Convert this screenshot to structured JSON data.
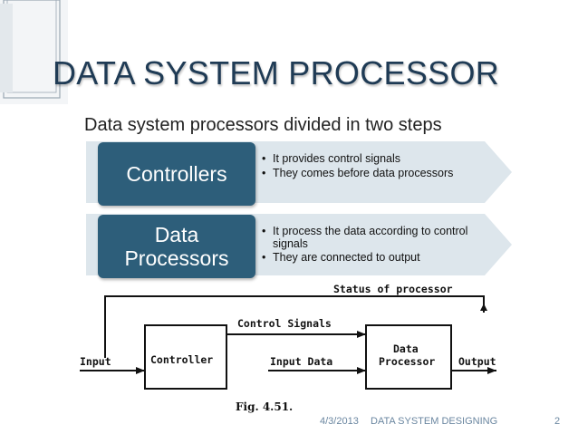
{
  "title": "DATA SYSTEM PROCESSOR",
  "subtitle": "Data system processors divided in two steps",
  "steps": [
    {
      "label": "Controllers",
      "bullets": [
        "It provides control signals",
        "They comes before data processors"
      ]
    },
    {
      "label": "Data\nProcessors",
      "bullets": [
        "It process the data according to control signals",
        "They are connected to output"
      ]
    }
  ],
  "figure": {
    "status": "Status  of  processor",
    "control": "Control  Signals",
    "input": "Input",
    "controller": "Controller",
    "input_data": "Input  Data",
    "dp_line1": "Data",
    "dp_line2": "Processor",
    "output": "Output",
    "caption": "Fig. 4.51."
  },
  "footer": {
    "date": "4/3/2013",
    "name": "DATA SYSTEM DESIGNING",
    "page": "2"
  },
  "colors": {
    "accent": "#2d5e7a",
    "arrow": "#dde6ec",
    "title": "#1f3b55"
  }
}
